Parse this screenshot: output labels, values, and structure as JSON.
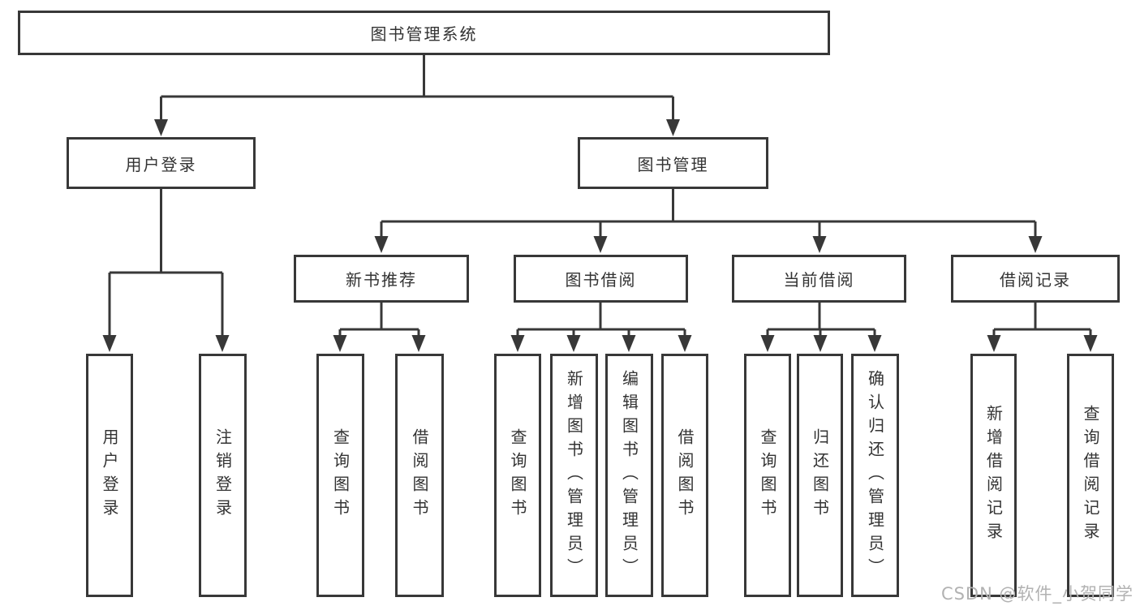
{
  "diagram": {
    "root": {
      "label": "图书管理系统"
    },
    "branches": [
      {
        "label": "用户登录",
        "children": [
          {
            "label": "用户登录"
          },
          {
            "label": "注销登录"
          }
        ]
      },
      {
        "label": "图书管理",
        "children": [
          {
            "label": "新书推荐",
            "children": [
              {
                "label": "查询图书"
              },
              {
                "label": "借阅图书"
              }
            ]
          },
          {
            "label": "图书借阅",
            "children": [
              {
                "label": "查询图书"
              },
              {
                "label": "新增图书（管理员）"
              },
              {
                "label": "编辑图书（管理员）"
              },
              {
                "label": "借阅图书"
              }
            ]
          },
          {
            "label": "当前借阅",
            "children": [
              {
                "label": "查询图书"
              },
              {
                "label": "归还图书"
              },
              {
                "label": "确认归还（管理员）"
              }
            ]
          },
          {
            "label": "借阅记录",
            "children": [
              {
                "label": "新增借阅记录"
              },
              {
                "label": "查询借阅记录"
              }
            ]
          }
        ]
      }
    ]
  },
  "watermark": {
    "text": "CSDN @软件_小贺同学"
  },
  "colors": {
    "line": "#383838",
    "text": "#333333",
    "watermark": "#b2b2b2",
    "background": "#ffffff"
  }
}
